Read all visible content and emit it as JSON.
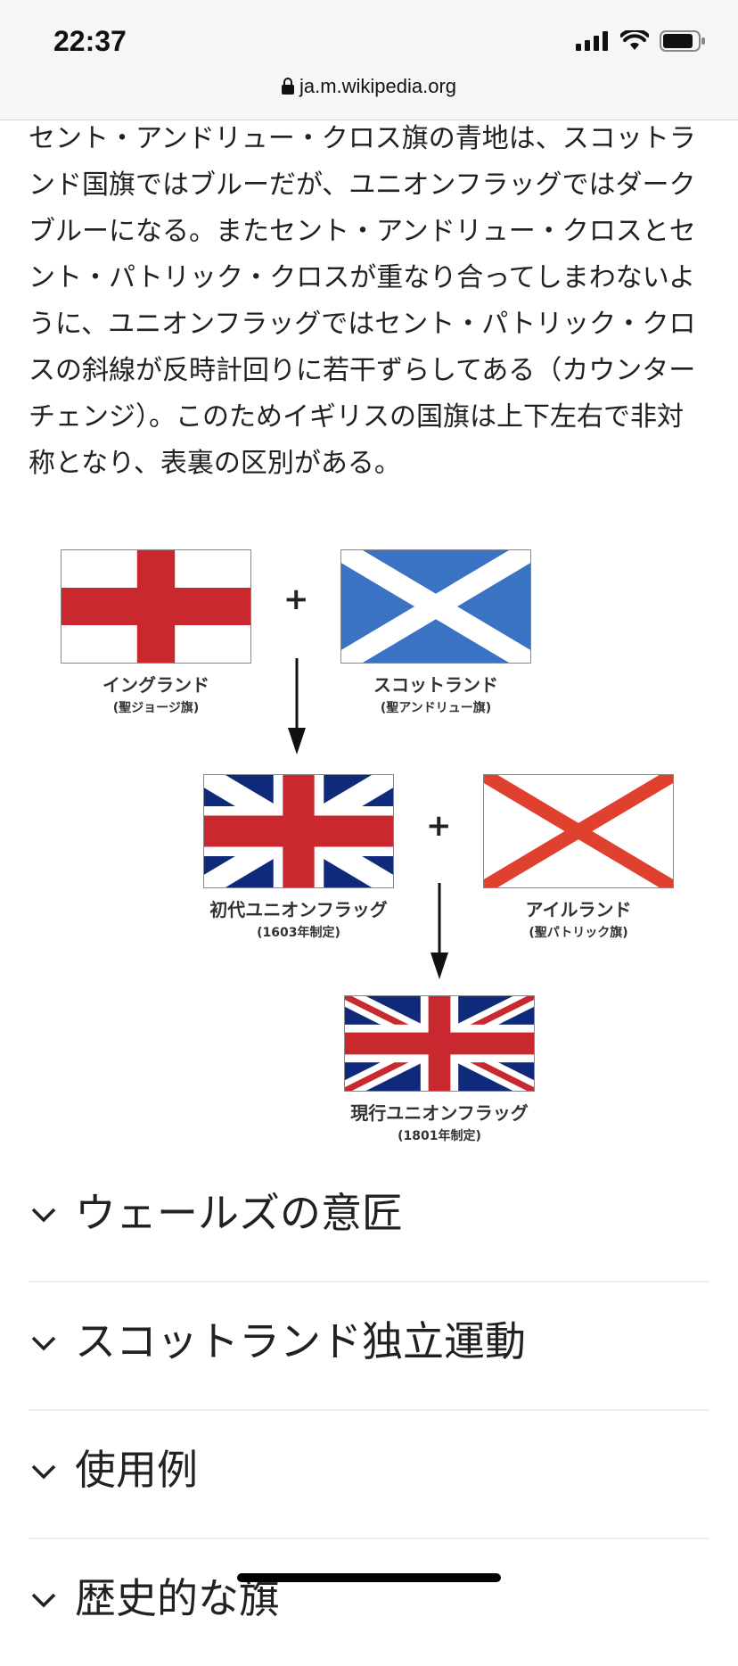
{
  "status_bar": {
    "time": "22:37"
  },
  "browser": {
    "url": "ja.m.wikipedia.org"
  },
  "article": {
    "paragraph": "セント・アンドリュー・クロス旗の青地は、スコットランド国旗ではブルーだが、ユニオンフラッグではダークブルーになる。またセント・アンドリュー・クロスとセント・パトリック・クロスが重なり合ってしまわないように、ユニオンフラッグではセント・パトリック・クロスの斜線が反時計回りに若干ずらしてある（カウンターチェンジ）。このためイギリスの国旗は上下左右で非対称となり、表裏の区別がある。"
  },
  "diagram": {
    "england": {
      "name": "イングランド",
      "sub": "(聖ジョージ旗)"
    },
    "scotland": {
      "name": "スコットランド",
      "sub": "(聖アンドリュー旗)"
    },
    "first_union": {
      "name": "初代ユニオンフラッグ",
      "sub": "(1603年制定)"
    },
    "ireland": {
      "name": "アイルランド",
      "sub": "(聖パトリック旗)"
    },
    "current_union": {
      "name": "現行ユニオンフラッグ",
      "sub": "(1801年制定)"
    },
    "plus": "+",
    "colors": {
      "red": "#c8282e",
      "scot_blue": "#3a72c4",
      "navy": "#0f2a7a",
      "ireland_red": "#e0402e"
    }
  },
  "sections": [
    {
      "title": "ウェールズの意匠"
    },
    {
      "title": "スコットランド独立運動"
    },
    {
      "title": "使用例"
    },
    {
      "title": "歴史的な旗"
    }
  ]
}
